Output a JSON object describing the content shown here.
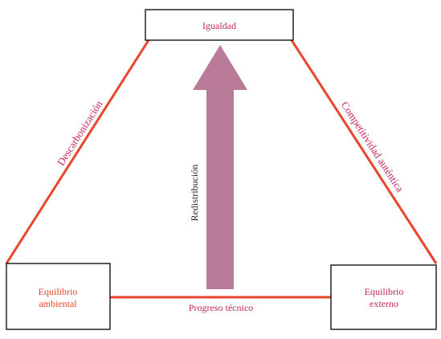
{
  "nodes": {
    "top": {
      "label": "Igualdad"
    },
    "left": {
      "line1": "Equilibrio",
      "line2": "ambiental"
    },
    "right": {
      "line1": "Equilibrio",
      "line2": "externo"
    }
  },
  "edges": {
    "left": {
      "label": "Descarbonización"
    },
    "right": {
      "label": "Competitividad auténtica"
    },
    "bottom": {
      "label": "Progreso técnico"
    }
  },
  "center_arrow": {
    "label": "Redistribución"
  },
  "colors": {
    "edge_line": "#e8452c",
    "edge_label_left": "#c0265a",
    "edge_label_right": "#c0265a",
    "edge_label_bottom": "#c0265a",
    "node_top_text": "#c0265a",
    "node_left_text": "#e8452c",
    "node_right_text": "#c0265a",
    "arrow_fill": "#b97b98",
    "arrow_label": "#222222"
  }
}
